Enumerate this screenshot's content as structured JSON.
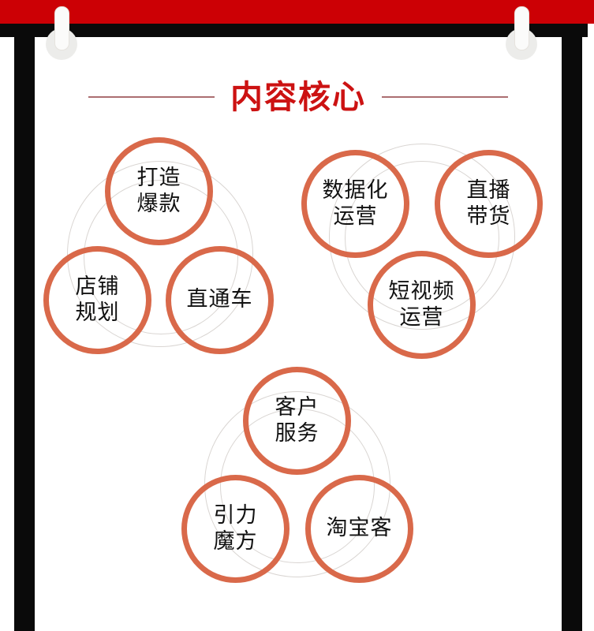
{
  "poster": {
    "header_band_color": "#cc0005",
    "frame_color": "#0a0a0a",
    "page_color": "#ffffff",
    "title": "内容核心",
    "title_color": "#cc1212",
    "rule_color": "#ab6e70",
    "bubble_stroke_color": "#d9694a",
    "ghost_circle_color": "#d9d5d2",
    "label_color": "#111111"
  },
  "clips": [
    {
      "name": "binder-clip-left"
    },
    {
      "name": "binder-clip-right"
    }
  ],
  "clusters": [
    {
      "name": "store-operations-cluster",
      "bubbles": [
        {
          "name": "bubble-dazao-baokuan",
          "label": "打造\n爆款"
        },
        {
          "name": "bubble-dianpu-guihua",
          "label": "店铺\n规划"
        },
        {
          "name": "bubble-zhitongche",
          "label": "直通车"
        }
      ]
    },
    {
      "name": "content-marketing-cluster",
      "bubbles": [
        {
          "name": "bubble-shujuhua-yunying",
          "label": "数据化\n运营"
        },
        {
          "name": "bubble-zhibo-daihuo",
          "label": "直播\n带货"
        },
        {
          "name": "bubble-duanshipin-yunying",
          "label": "短视频\n运营"
        }
      ]
    },
    {
      "name": "customer-promotion-cluster",
      "bubbles": [
        {
          "name": "bubble-kehu-fuwu",
          "label": "客户\n服务"
        },
        {
          "name": "bubble-yinli-mofang",
          "label": "引力\n魔方"
        },
        {
          "name": "bubble-taobaoke",
          "label": "淘宝客"
        }
      ]
    }
  ]
}
